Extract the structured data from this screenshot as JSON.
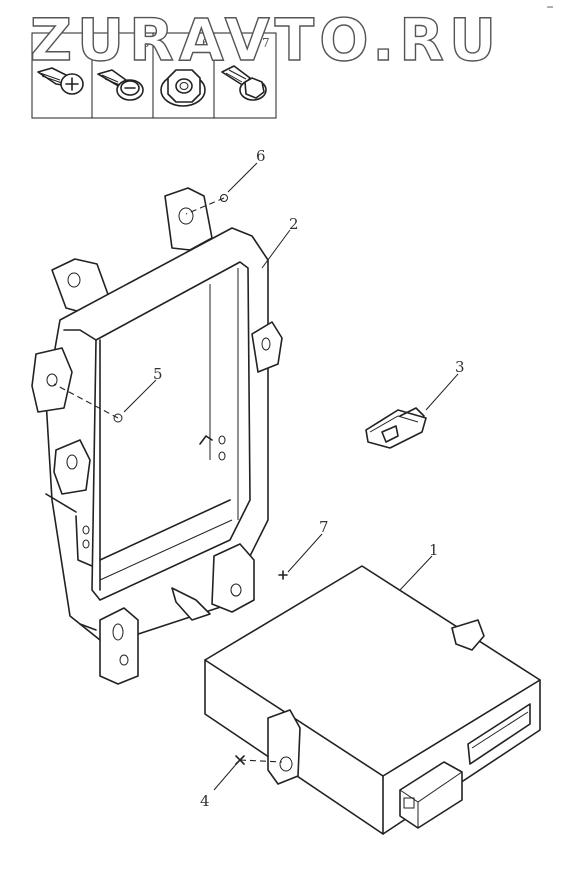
{
  "watermark": "ZURAVTO.RU",
  "corner_mark": "ⲻ",
  "hardware_legend": [
    {
      "number": "4",
      "icon": "screw-icon"
    },
    {
      "number": "5",
      "icon": "self-tapping-screw-icon"
    },
    {
      "number": "6",
      "icon": "flange-nut-icon"
    },
    {
      "number": "7",
      "icon": "flange-bolt-icon"
    }
  ],
  "callouts": {
    "part_1": "1",
    "part_2": "2",
    "part_3": "3",
    "part_4": "4",
    "part_5": "5",
    "part_6": "6",
    "part_7": "7"
  },
  "colors": {
    "line": "#222222",
    "background": "#ffffff"
  }
}
